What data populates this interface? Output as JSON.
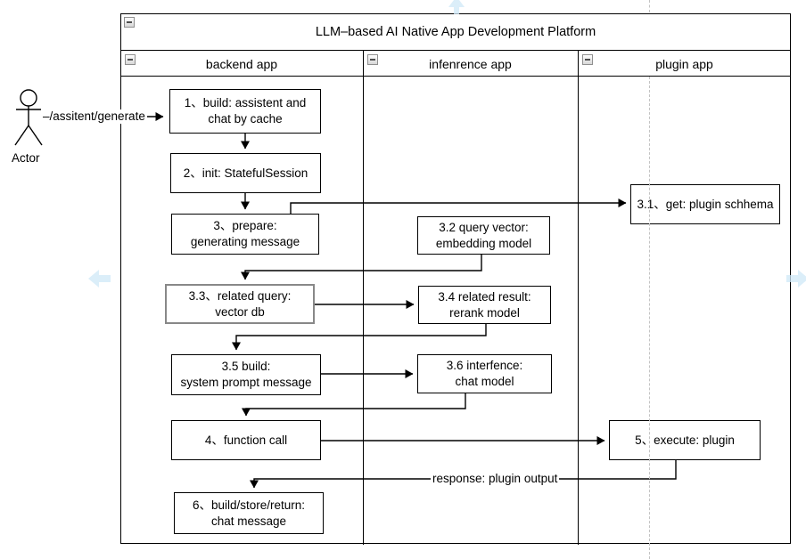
{
  "diagram": {
    "title": "LLM–based AI Native App Development Platform",
    "lanes": [
      {
        "label": "backend app"
      },
      {
        "label": "infenrence app"
      },
      {
        "label": "plugin app"
      }
    ],
    "actor": {
      "label": "Actor"
    },
    "nodes": {
      "n1": {
        "label": "1、build: assistent and\nchat by cache"
      },
      "n2": {
        "label": "2、init: StatefulSession"
      },
      "n3": {
        "label": "3、prepare:\ngenerating message"
      },
      "n31": {
        "label": "3.1、get: plugin schhema"
      },
      "n32": {
        "label": "3.2 query vector:\nembedding model"
      },
      "n33": {
        "label": "3.3、related query:\nvector db"
      },
      "n34": {
        "label": "3.4 related result:\nrerank model"
      },
      "n35": {
        "label": "3.5 build:\nsystem prompt message"
      },
      "n36": {
        "label": "3.6 interfence:\nchat model"
      },
      "n4": {
        "label": "4、function call"
      },
      "n5": {
        "label": "5、execute: plugin"
      },
      "n6": {
        "label": "6、build/store/return:\nchat message"
      }
    },
    "edges": {
      "request": {
        "label": "–/assitent/generate"
      },
      "response": {
        "label": "response: plugin output"
      }
    },
    "colors": {
      "line": "#000000",
      "gray_node_border": "#888888",
      "pagebreak": "#c3c3c3",
      "scroll_hint": "#cfe9f8"
    }
  }
}
